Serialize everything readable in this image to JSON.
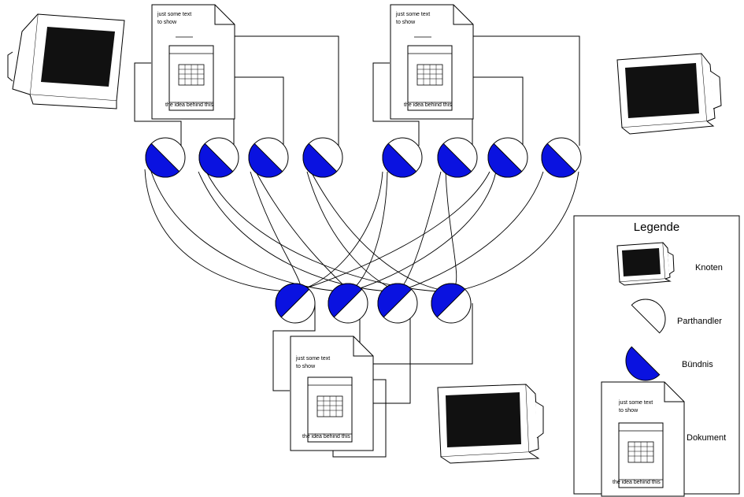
{
  "document": {
    "text_top": "just some text",
    "text_sub": "to show",
    "caption": "the idea behind this"
  },
  "legend": {
    "title": "Legende",
    "items": [
      {
        "label": "Knoten",
        "kind": "node"
      },
      {
        "label": "Parthandler",
        "kind": "parthandler"
      },
      {
        "label": "Bündnis",
        "kind": "buendnis"
      },
      {
        "label": "Dokument",
        "kind": "document"
      }
    ]
  },
  "colors": {
    "blue": "#0a12e0",
    "screen": "#111111",
    "line": "#000000",
    "background": "#ffffff"
  }
}
